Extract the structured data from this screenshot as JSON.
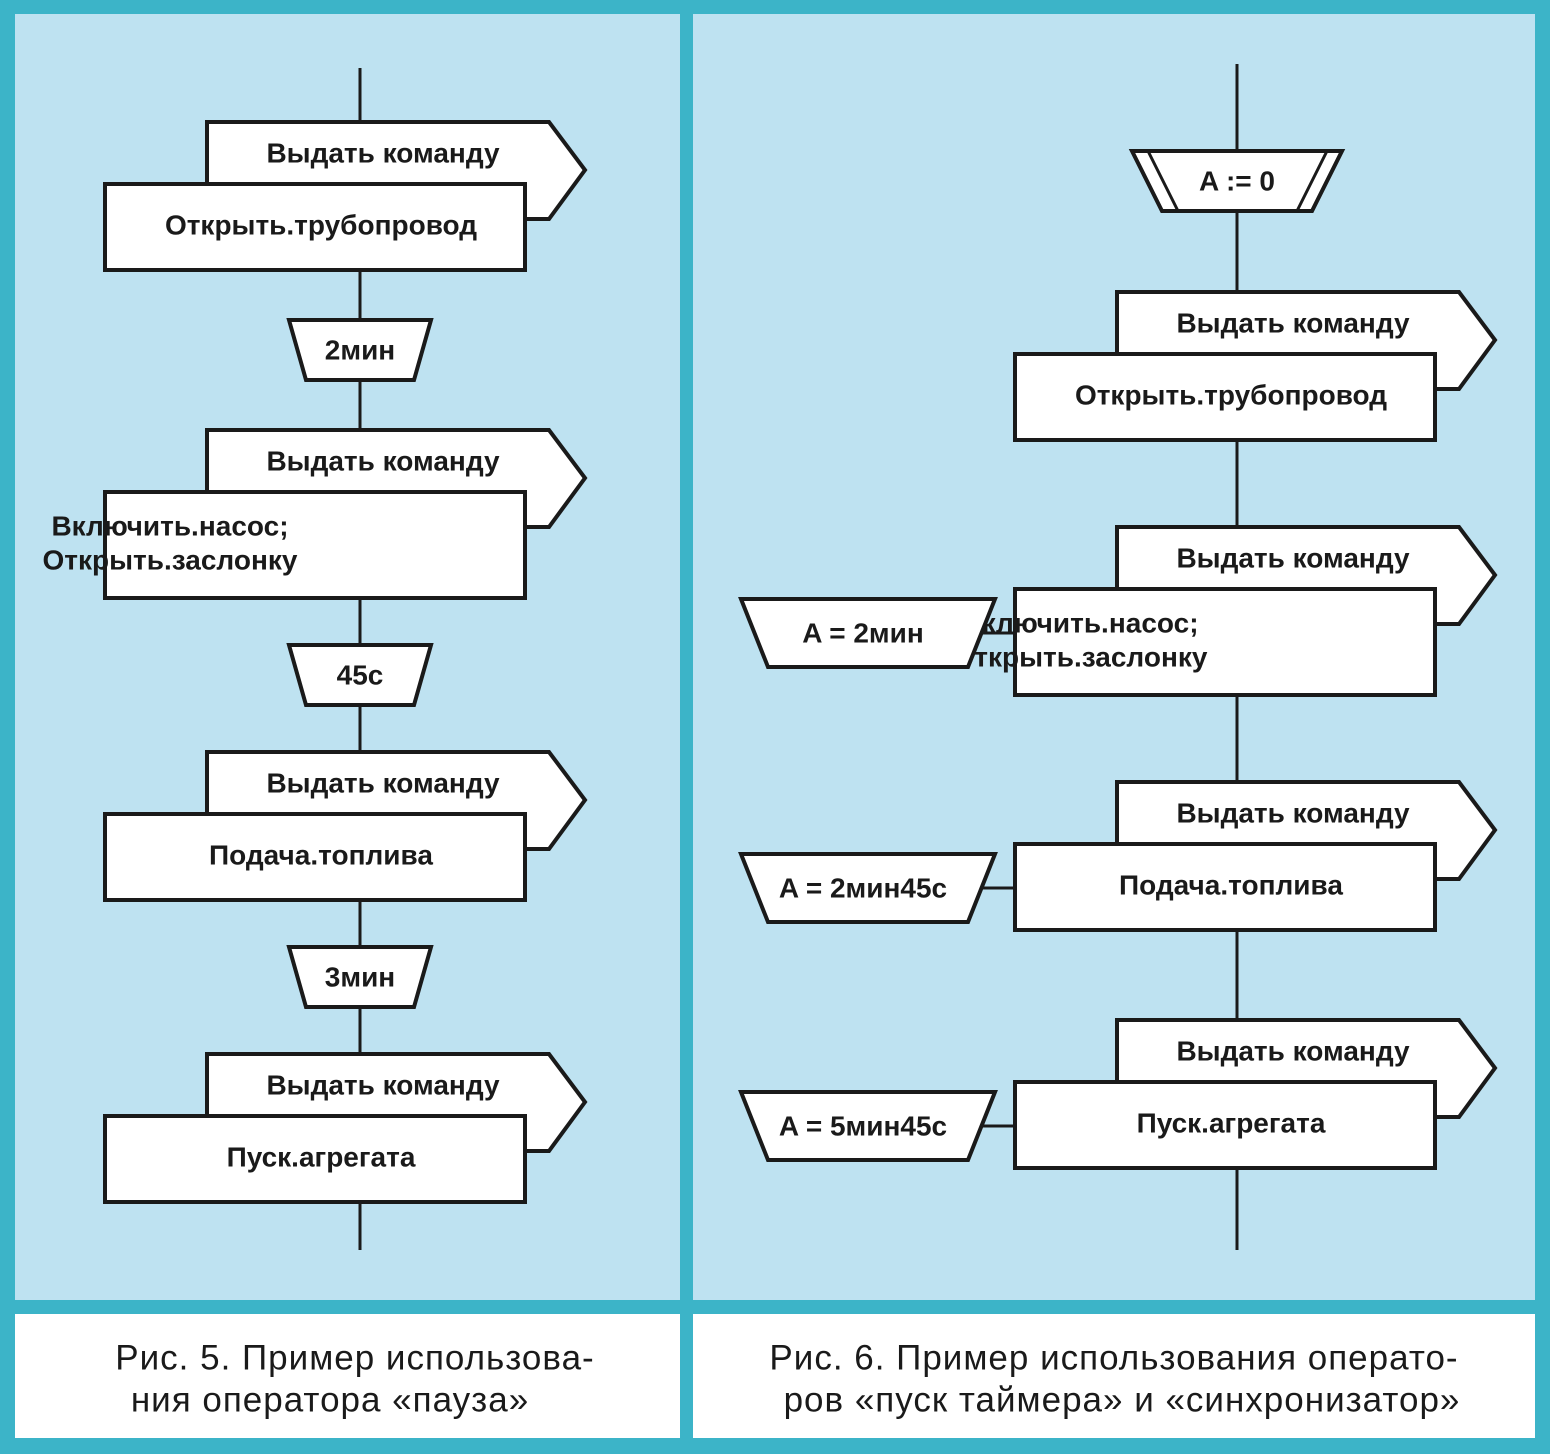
{
  "colors": {
    "frame": "#3cb4c8",
    "panel": "#bee2f1",
    "shape_fill": "#ffffff",
    "stroke": "#1a1a1a"
  },
  "figure5": {
    "caption_lines": [
      "Рис. 5. Пример использова-",
      "ния оператора «пауза»"
    ],
    "blocks": [
      {
        "kind": "command",
        "header": "Выдать команду",
        "body": [
          "Открыть.трубопровод"
        ]
      },
      {
        "kind": "pause",
        "label": "2мин"
      },
      {
        "kind": "command",
        "header": "Выдать команду",
        "body": [
          "Включить.насос;",
          "Открыть.заслонку"
        ]
      },
      {
        "kind": "pause",
        "label": "45с"
      },
      {
        "kind": "command",
        "header": "Выдать команду",
        "body": [
          "Подача.топлива"
        ]
      },
      {
        "kind": "pause",
        "label": "3мин"
      },
      {
        "kind": "command",
        "header": "Выдать команду",
        "body": [
          "Пуск.агрегата"
        ]
      }
    ]
  },
  "figure6": {
    "caption_lines": [
      "Рис. 6. Пример использования операто-",
      "ров «пуск таймера» и «синхронизатор»"
    ],
    "timer_start": {
      "label": "A := 0"
    },
    "blocks": [
      {
        "kind": "command",
        "header": "Выдать команду",
        "body": [
          "Открыть.трубопровод"
        ],
        "sync": null
      },
      {
        "kind": "command",
        "header": "Выдать команду",
        "body": [
          "Включить.насос;",
          "Открыть.заслонку"
        ],
        "sync": "A = 2мин"
      },
      {
        "kind": "command",
        "header": "Выдать команду",
        "body": [
          "Подача.топлива"
        ],
        "sync": "A = 2мин45с"
      },
      {
        "kind": "command",
        "header": "Выдать команду",
        "body": [
          "Пуск.агрегата"
        ],
        "sync": "A = 5мин45с"
      }
    ]
  }
}
